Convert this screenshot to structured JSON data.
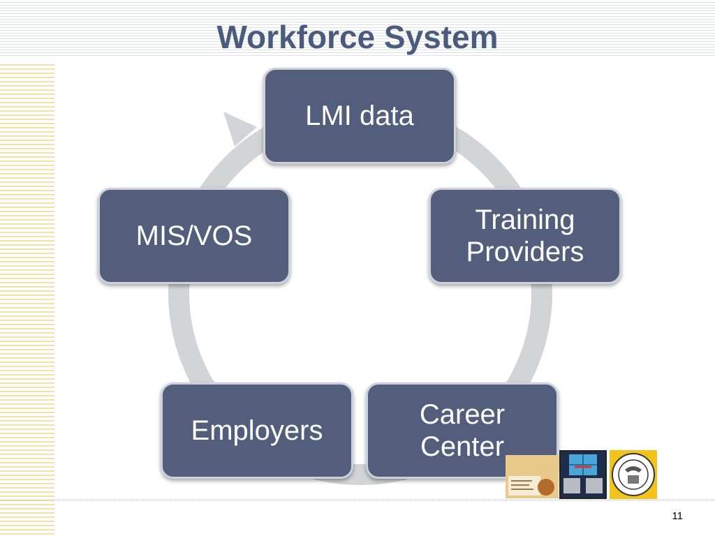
{
  "slide": {
    "title": "Workforce System",
    "page_number": "11"
  },
  "diagram": {
    "type": "cycle",
    "nodes": [
      {
        "id": "lmi",
        "label_lines": [
          "LMI data"
        ]
      },
      {
        "id": "training",
        "label_lines": [
          "Training",
          "Providers"
        ]
      },
      {
        "id": "career",
        "label_lines": [
          "Career",
          "Center"
        ]
      },
      {
        "id": "employers",
        "label_lines": [
          "Employers"
        ]
      },
      {
        "id": "misvos",
        "label_lines": [
          "MIS/VOS"
        ]
      }
    ],
    "colors": {
      "node_fill": "#525e7c",
      "node_border": "#cdd1dc",
      "ring": "#d3d4d8",
      "title": "#4a5b7d"
    }
  },
  "logos": [
    "workforce-document-logo",
    "network-computers-logo",
    "department-of-labor-seal"
  ]
}
